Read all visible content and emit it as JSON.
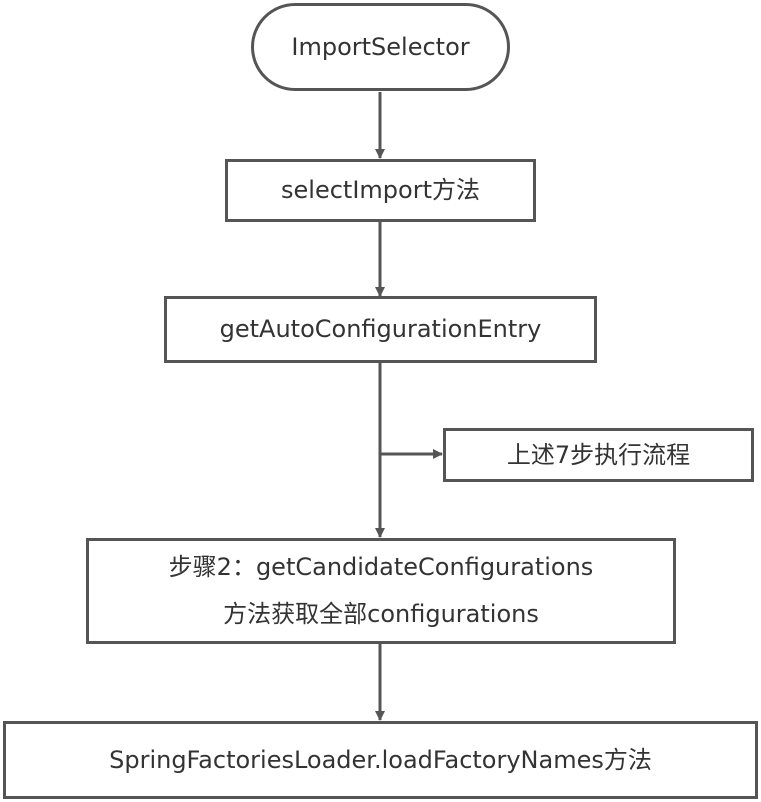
{
  "flowchart": {
    "start": {
      "label": "ImportSelector"
    },
    "select_import": {
      "label": "selectImport方法"
    },
    "get_entry": {
      "label": "getAutoConfigurationEntry"
    },
    "seven_steps": {
      "label": "上述7步执行流程"
    },
    "step2": {
      "line1": "步骤2：getCandidateConfigurations",
      "line2": "方法获取全部configurations"
    },
    "loader": {
      "label": "SpringFactoriesLoader.loadFactoryNames方法"
    }
  },
  "colors": {
    "stroke": "#555555",
    "text": "#333333",
    "background": "#ffffff"
  }
}
